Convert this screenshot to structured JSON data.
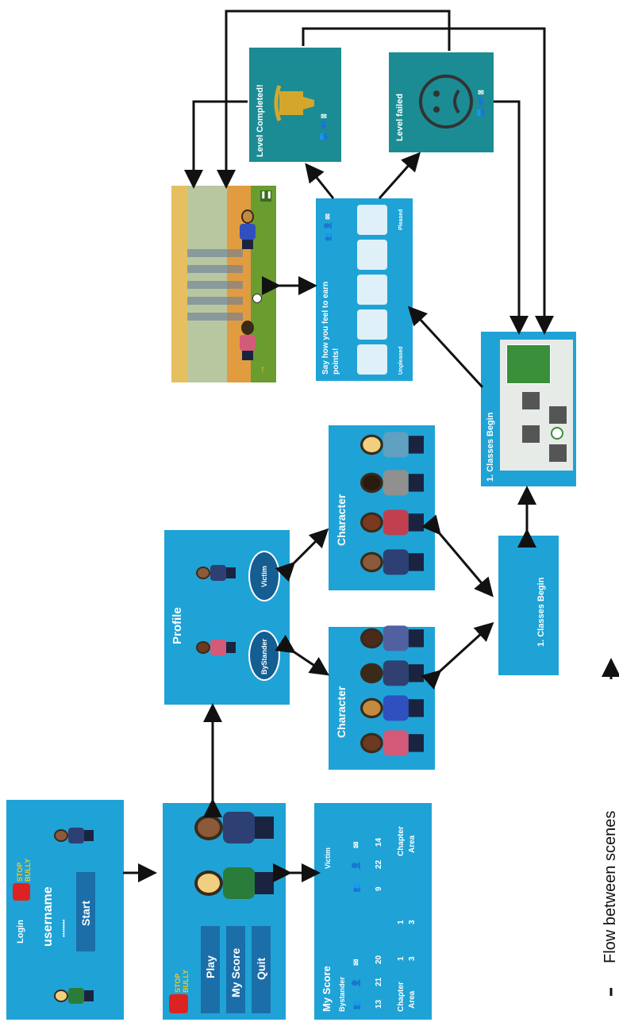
{
  "login": {
    "title": "Login",
    "username": "username",
    "password": "••••••••",
    "start": "Start",
    "logo": "STOP BULLY"
  },
  "main_menu": {
    "logo": "STOP BULLY",
    "items": [
      "Play",
      "My Score",
      "Quit"
    ]
  },
  "score": {
    "title": "My Score",
    "bystander_label": "Bystander",
    "victim_label": "Victim",
    "bystander_values": [
      "13",
      "21",
      "20"
    ],
    "victim_values": [
      "9",
      "22",
      "14"
    ],
    "chapter_label": "Chapter",
    "area_label": "Area",
    "bystander_chapter": "1",
    "bystander_area": "3",
    "victim_chapter": "1",
    "victim_area": "3"
  },
  "profile": {
    "title": "Profile",
    "bystander": "ByStander",
    "victim": "Victim"
  },
  "character_bystander": {
    "title": "Character"
  },
  "character_victim": {
    "title": "Character"
  },
  "classes_begin_plain": {
    "title": "1. Classes Begin"
  },
  "classes_begin_map": {
    "title": "1. Classes Begin"
  },
  "feel": {
    "title": "Say how you feel to earn points!",
    "unpleased": "Unpleased",
    "pleased": "Pleased"
  },
  "level_completed": {
    "title": "Level Completed!"
  },
  "level_failed": {
    "title": "Level failed"
  },
  "legend": {
    "text": "Flow between scenes"
  },
  "colors": {
    "scene": "#1fa3d6",
    "teal": "#1b8c94",
    "dark_button": "#1b6ea8",
    "arrow": "#111111",
    "trophy": "#d4a72c"
  }
}
